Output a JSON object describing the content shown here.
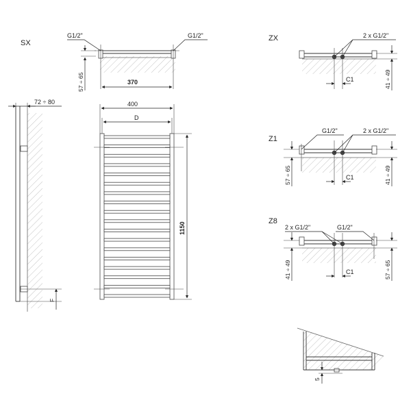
{
  "views": {
    "sx": "SX",
    "zx": "ZX",
    "z1": "Z1",
    "z8": "Z8"
  },
  "labels": {
    "g12": "G1/2\"",
    "g12x2": "2 x G1/2\"",
    "d57_65": "57 ÷ 65",
    "d41_49": "41 ÷ 49",
    "d370": "370",
    "d400": "400",
    "dD": "D",
    "d72_80": "72 ÷ 80",
    "d1150": "1150",
    "dF": "F",
    "dC1": "C1",
    "d5": "5"
  },
  "drawing": {
    "rails": 18
  }
}
